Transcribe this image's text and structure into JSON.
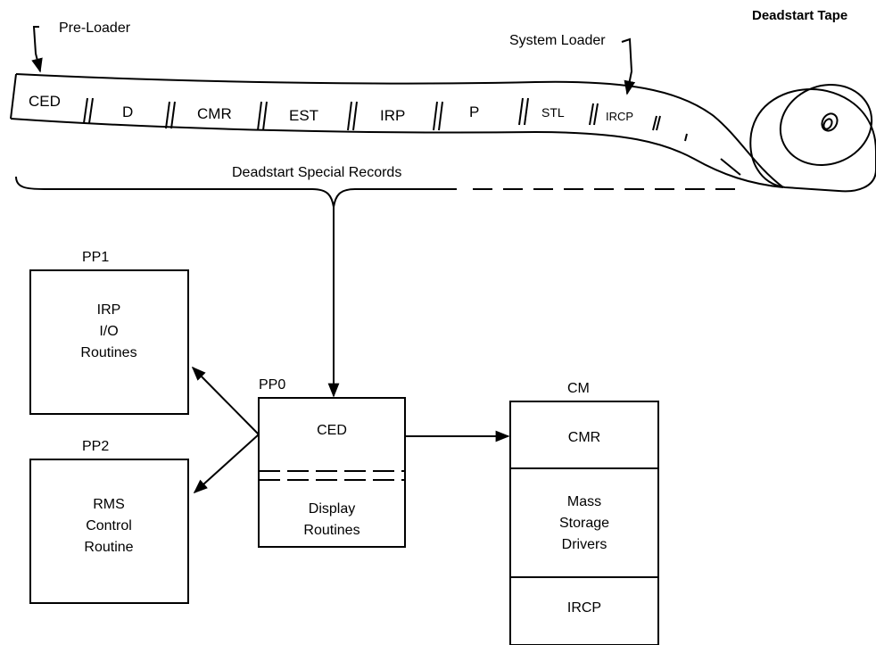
{
  "labels": {
    "pre_loader": "Pre-Loader",
    "system_loader": "System Loader",
    "deadstart_tape": "Deadstart Tape",
    "deadstart_special_records": "Deadstart Special Records"
  },
  "tape_segments": [
    "CED",
    "D",
    "CMR",
    "EST",
    "IRP",
    "P",
    "STL",
    "IRCP"
  ],
  "pp1": {
    "title": "PP1",
    "lines": [
      "IRP",
      "I/O",
      "Routines"
    ]
  },
  "pp2": {
    "title": "PP2",
    "lines": [
      "RMS",
      "Control",
      "Routine"
    ]
  },
  "pp0": {
    "title": "PP0",
    "top": "CED",
    "bottom": [
      "Display",
      "Routines"
    ]
  },
  "cm": {
    "title": "CM",
    "sections": [
      [
        "CMR"
      ],
      [
        "Mass",
        "Storage",
        "Drivers"
      ],
      [
        "IRCP"
      ]
    ]
  }
}
